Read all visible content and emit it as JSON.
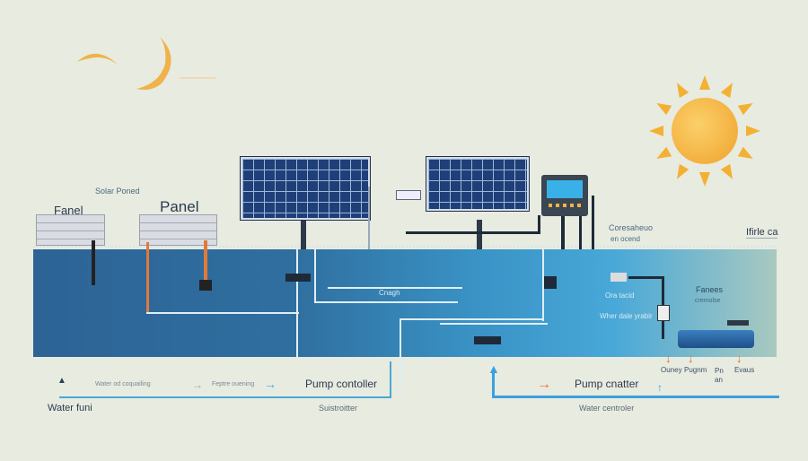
{
  "labels": {
    "solar_poned": "Solar Poned",
    "fanel": "Fanel",
    "panel": "Panel",
    "coresaheuo": "Coresaheuo",
    "en_ocend": "en ocend",
    "ifirle_ca": "Ifirle ca",
    "fanees": "Fanees",
    "cremolse": "cremolse",
    "cnangh": "Cnagh",
    "ora_tacid": "Ora tacid",
    "water_dale_yrabir": "Wher dale yrabir",
    "water_od": "Water od coquailing",
    "feptre_ouening": "Feptre ouening",
    "pump_contoller": "Pump contoller",
    "pump_cnatter": "Pump cnatter",
    "water_funi": "Water funi",
    "suistroitter": "Suistroitter",
    "water_centroler": "Water centroler",
    "ouney": "Ouney",
    "pugnm": "Pugnm",
    "pn_an": "Pn an",
    "evaus": "Evaus"
  },
  "colors": {
    "sun": "#f3b033",
    "moon": "#f0b24a",
    "arrow": "#e46a3a",
    "water_dark": "#2d6396",
    "water_light": "#48a8d8"
  },
  "icons": [
    "moon-icon",
    "sun-icon",
    "solar-panel",
    "monitor",
    "pump",
    "arrow"
  ]
}
